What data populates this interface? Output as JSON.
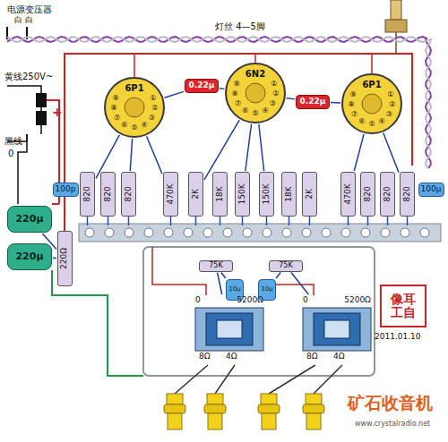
{
  "diagram": {
    "nodes": [
      {
        "text": [
          "6P1"
        ]
      },
      {
        "text": [
          "6N2"
        ]
      },
      {
        "text": [
          "6P1"
        ]
      },
      {
        "text": [
          "0.22μ"
        ]
      },
      {
        "text": [
          "0.22μ"
        ]
      },
      {
        "text": [
          "100p"
        ]
      },
      {
        "text": [
          "820"
        ]
      },
      {
        "text": [
          "820"
        ]
      },
      {
        "text": [
          "820"
        ]
      },
      {
        "text": [
          "470K"
        ]
      },
      {
        "text": [
          "2K"
        ]
      },
      {
        "text": [
          "18K"
        ]
      },
      {
        "text": [
          "150K"
        ]
      },
      {
        "text": [
          "150K"
        ]
      },
      {
        "text": [
          "18K"
        ]
      },
      {
        "text": [
          "2K"
        ]
      },
      {
        "text": [
          "470K"
        ]
      },
      {
        "text": [
          "820"
        ]
      },
      {
        "text": [
          "820"
        ]
      },
      {
        "text": [
          "820"
        ]
      },
      {
        "text": [
          "100μ"
        ]
      },
      {
        "text": [
          "220μ"
        ]
      },
      {
        "text": [
          "220μ"
        ]
      },
      {
        "text": [
          "220Ω"
        ]
      },
      {
        "text": [
          "75K"
        ]
      },
      {
        "text": [
          "75K"
        ]
      },
      {
        "text": [
          "10μ"
        ]
      },
      {
        "text": [
          "10μ"
        ]
      },
      {
        "text": [
          "0",
          "5200Ω",
          "8Ω",
          "4Ω"
        ]
      },
      {
        "text": [
          "0",
          "5200Ω",
          "8Ω",
          "4Ω"
        ]
      },
      {
        "text": [
          "像耳",
          "工自"
        ]
      }
    ],
    "edges": [
      {
        "from": 3,
        "to": 0,
        "arrow": "none"
      },
      {
        "from": 1,
        "to": 3,
        "arrow": "none"
      },
      {
        "from": 1,
        "to": 4,
        "arrow": "none"
      },
      {
        "from": 4,
        "to": 2,
        "arrow": "none"
      },
      {
        "from": 0,
        "to": 6,
        "arrow": "none"
      },
      {
        "from": 0,
        "to": 8,
        "arrow": "none"
      },
      {
        "from": 0,
        "to": 9,
        "arrow": "none"
      },
      {
        "from": 1,
        "to": 10,
        "arrow": "none"
      },
      {
        "from": 1,
        "to": 12,
        "arrow": "none"
      },
      {
        "from": 1,
        "to": 13,
        "arrow": "none"
      },
      {
        "from": 2,
        "to": 16,
        "arrow": "none"
      },
      {
        "from": 2,
        "to": 19,
        "arrow": "none"
      },
      {
        "from": 23,
        "to": 21,
        "arrow": "none"
      },
      {
        "from": 23,
        "to": 22,
        "arrow": "none"
      },
      {
        "from": 24,
        "to": 28,
        "arrow": "none"
      },
      {
        "from": 25,
        "to": 29,
        "arrow": "none"
      },
      {
        "from": 26,
        "to": 24,
        "arrow": "none"
      },
      {
        "from": 27,
        "to": 25,
        "arrow": "none"
      }
    ],
    "labels": [
      "电源变压器",
      "白 白",
      "灯丝 4—5脚",
      "黄线250V~",
      "黑线",
      "0",
      "+",
      "2011.01.10",
      "矿石收音机",
      "www.crystalradio.net",
      "①",
      "②",
      "③",
      "④",
      "⑤",
      "⑥",
      "⑦",
      "⑧",
      "⑨",
      "①",
      "②",
      "③",
      "④",
      "⑤",
      "⑥",
      "⑦",
      "⑧",
      "⑨",
      "①",
      "②",
      "③",
      "④",
      "⑤",
      "⑥",
      "⑦",
      "⑧",
      "⑨"
    ]
  }
}
